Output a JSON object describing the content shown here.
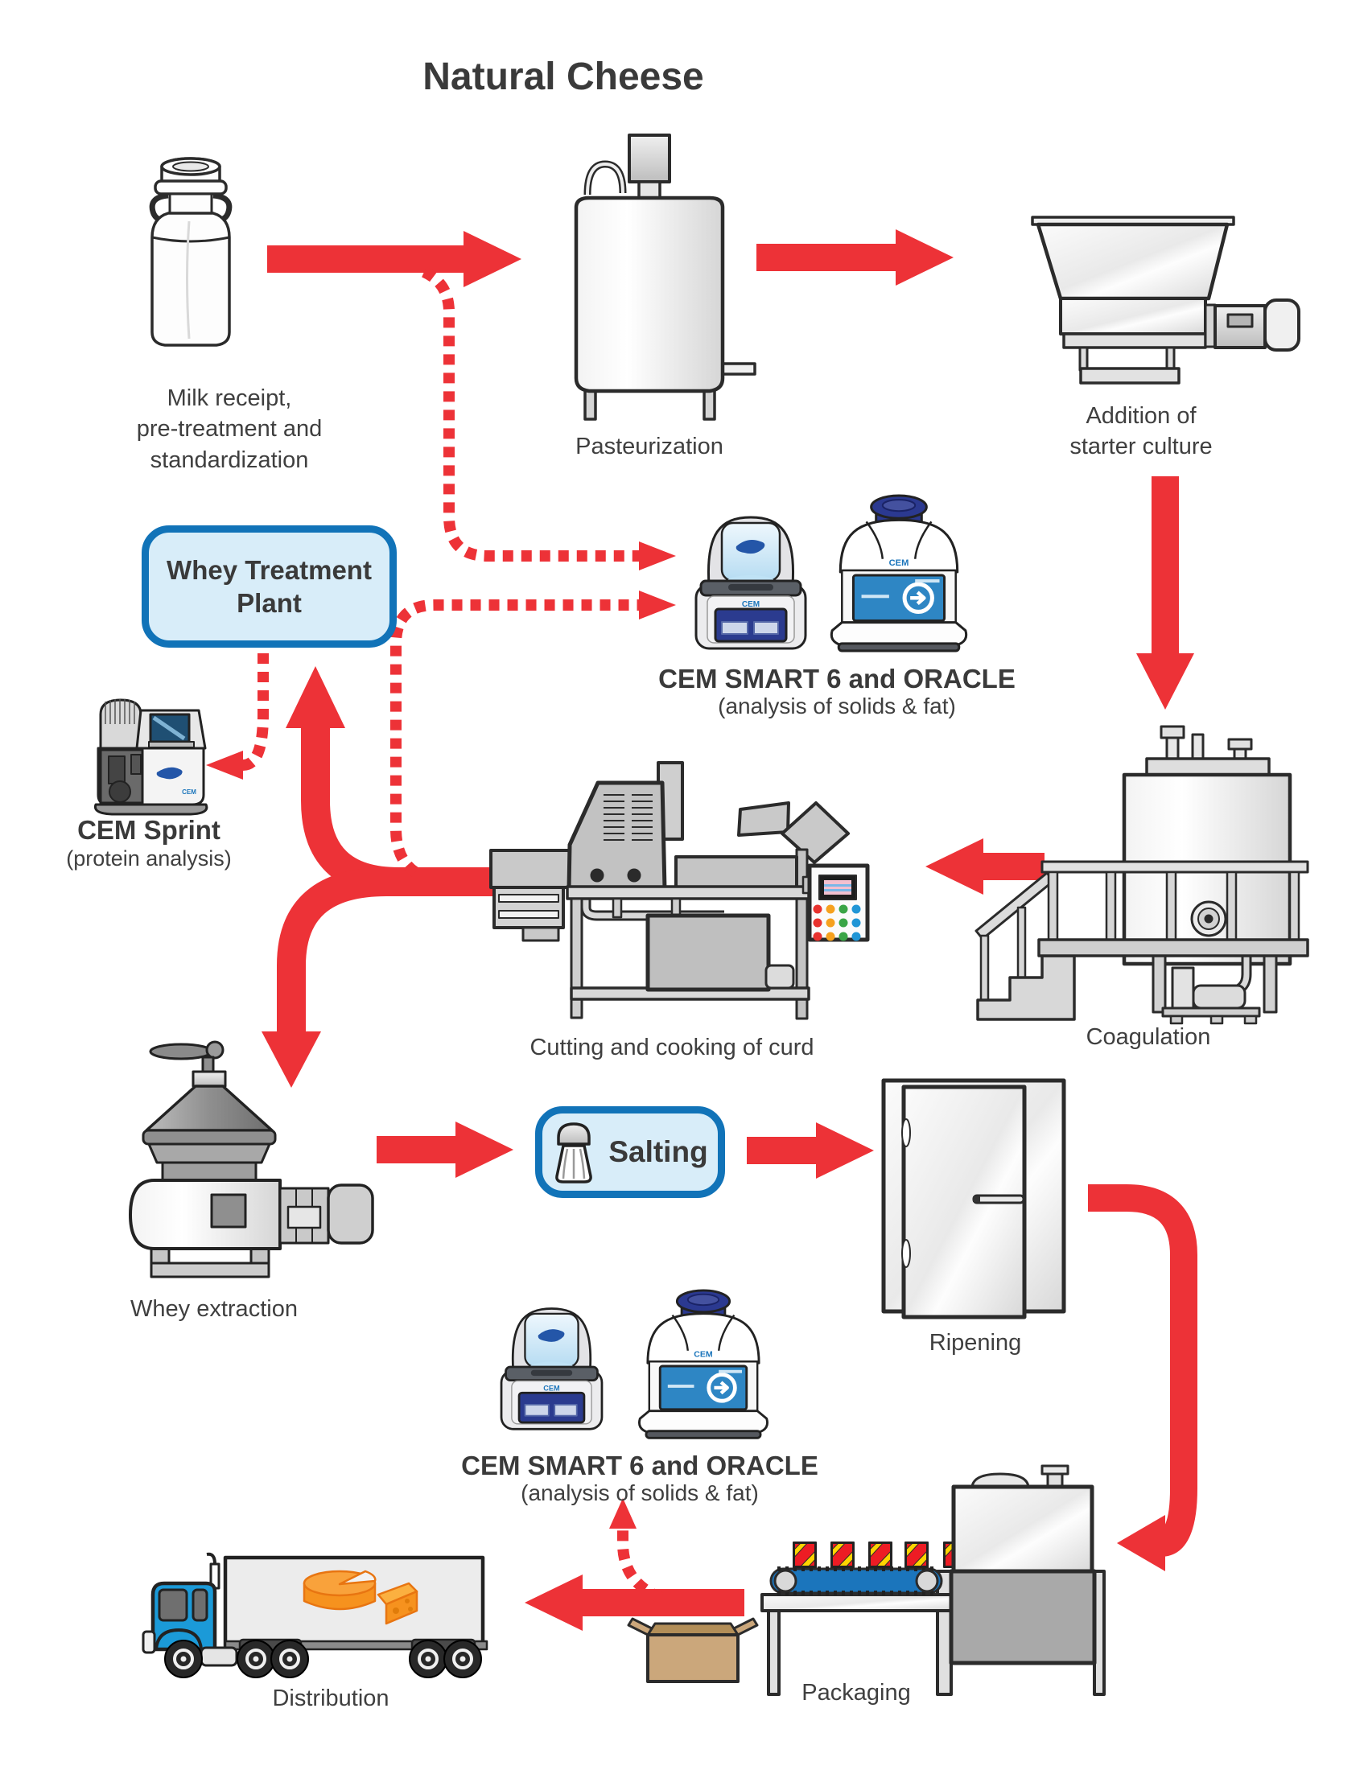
{
  "title": "Natural Cheese",
  "labels": {
    "milk": "Milk receipt,\npre-treatment and\nstandardization",
    "pasteurization": "Pasteurization",
    "starter": "Addition of\nstarter culture",
    "whey_plant": "Whey Treatment\nPlant",
    "cem_top_title": "CEM SMART 6 and ORACLE",
    "cem_top_sub": "(analysis of solids & fat)",
    "sprint_title": "CEM Sprint",
    "sprint_sub": "(protein analysis)",
    "cutting": "Cutting and cooking of curd",
    "coagulation": "Coagulation",
    "whey_extraction": "Whey extraction",
    "salting": "Salting",
    "ripening": "Ripening",
    "cem_bottom_title": "CEM SMART 6 and ORACLE",
    "cem_bottom_sub": "(analysis of solids & fat)",
    "packaging": "Packaging",
    "distribution": "Distribution"
  },
  "logos": {
    "cem": "CEM"
  },
  "colors": {
    "arrow_red": "#ED3237",
    "box_border_blue": "#1173B8",
    "box_fill_blue": "#D8EDF9",
    "text_gray": "#3F3F3F",
    "conveyor_blue": "#1B75BC",
    "truck_blue": "#1B9AD8",
    "cheese_orange": "#F6921E",
    "screen_blue": "#2E86C4",
    "instrument_navy": "#2B3990"
  }
}
